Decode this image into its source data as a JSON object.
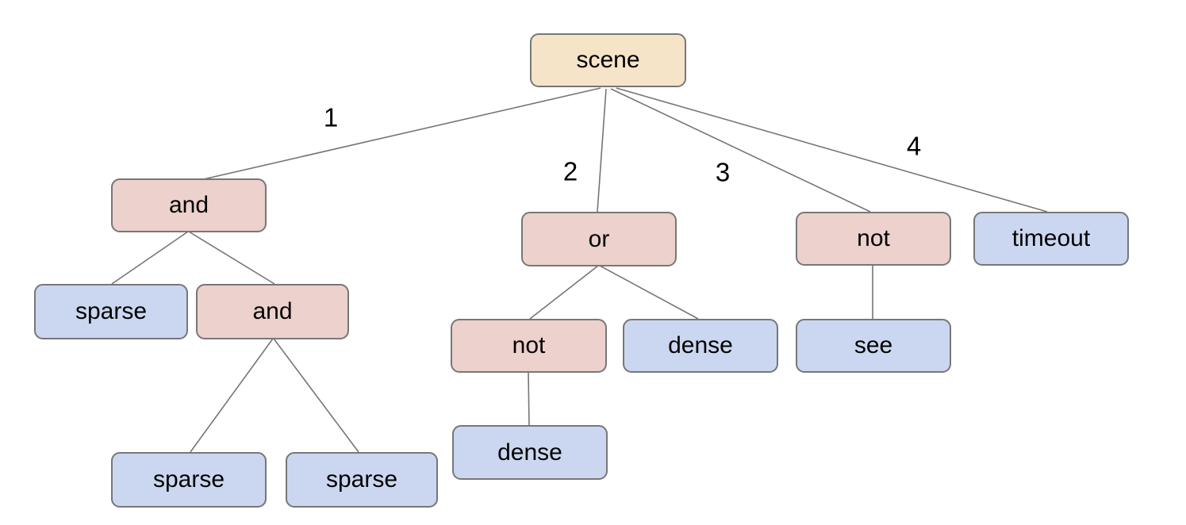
{
  "colors": {
    "root_fill": "#f6e4c9",
    "operator_fill": "#ecd1cd",
    "leaf_fill": "#cbd7f0",
    "node_border": "#777777",
    "edge_line": "#757575",
    "text": "#000000"
  },
  "nodes": {
    "scene": {
      "label": "scene",
      "role": "root"
    },
    "and1": {
      "label": "and",
      "role": "operator"
    },
    "or1": {
      "label": "or",
      "role": "operator"
    },
    "not1": {
      "label": "not",
      "role": "operator"
    },
    "timeout1": {
      "label": "timeout",
      "role": "leaf"
    },
    "sparse1": {
      "label": "sparse",
      "role": "leaf"
    },
    "and2": {
      "label": "and",
      "role": "operator"
    },
    "not2": {
      "label": "not",
      "role": "operator"
    },
    "dense1": {
      "label": "dense",
      "role": "leaf"
    },
    "see1": {
      "label": "see",
      "role": "leaf"
    },
    "sparse2": {
      "label": "sparse",
      "role": "leaf"
    },
    "sparse3": {
      "label": "sparse",
      "role": "leaf"
    },
    "dense2": {
      "label": "dense",
      "role": "leaf"
    }
  },
  "edge_labels": {
    "e1": "1",
    "e2": "2",
    "e3": "3",
    "e4": "4"
  },
  "tree": {
    "label": "scene",
    "children": [
      {
        "edge": "1",
        "label": "and",
        "children": [
          {
            "label": "sparse"
          },
          {
            "label": "and",
            "children": [
              {
                "label": "sparse"
              },
              {
                "label": "sparse"
              }
            ]
          }
        ]
      },
      {
        "edge": "2",
        "label": "or",
        "children": [
          {
            "label": "not",
            "children": [
              {
                "label": "dense"
              }
            ]
          },
          {
            "label": "dense"
          }
        ]
      },
      {
        "edge": "3",
        "label": "not",
        "children": [
          {
            "label": "see"
          }
        ]
      },
      {
        "edge": "4",
        "label": "timeout"
      }
    ]
  }
}
